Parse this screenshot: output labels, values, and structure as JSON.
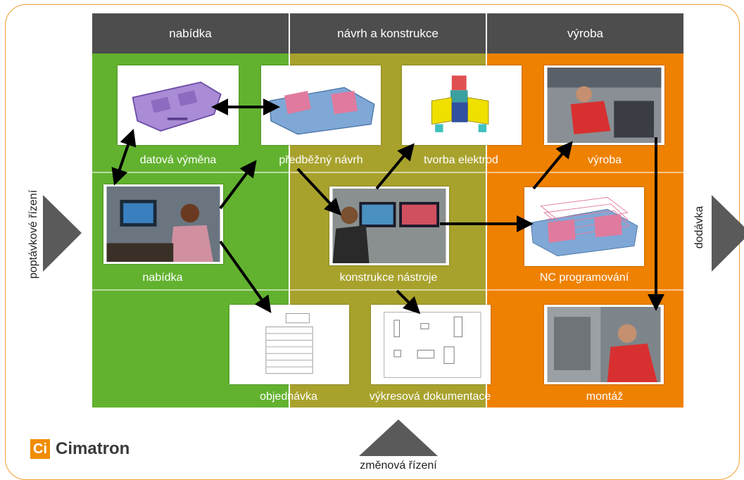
{
  "columns": [
    "nabídka",
    "návrh a konstrukce",
    "výroba"
  ],
  "nodes": {
    "datova_vymena": "datová výměna",
    "predbezny_navrh": "předběžný návrh",
    "tvorba_elektrod": "tvorba elektrod",
    "vyroba": "výroba",
    "nabidka": "nabídka",
    "konstrukce_nastroje": "konstrukce nástroje",
    "nc_programovani": "NC programování",
    "objednavka": "objednávka",
    "vykresova_dokumentace": "výkresová dokumentace",
    "montaz": "montáž"
  },
  "inputs": {
    "left": "poptávkové řízení",
    "right": "dodávka",
    "bottom": "změnová řízení"
  },
  "logo": {
    "badge": "Ci",
    "name": "Cimatron"
  },
  "colors": {
    "green": "#62b22f",
    "olive": "#a8a22d",
    "orange": "#ef8100",
    "header": "#4d4d4d",
    "frame": "#f0a030"
  }
}
